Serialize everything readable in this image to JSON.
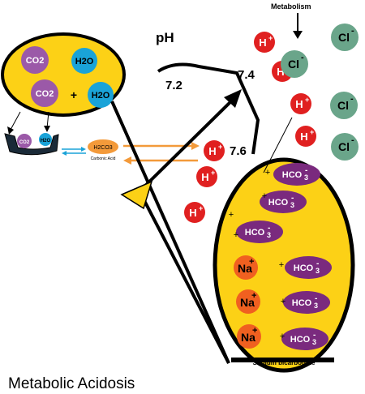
{
  "title": "Metabolic Acidosis",
  "ph": {
    "label": "pH",
    "ticks": [
      "7.2",
      "7.4",
      "7.6"
    ]
  },
  "metabolism": {
    "label": "Metabolism"
  },
  "left_oval": {
    "molecules": [
      {
        "text": "CO2",
        "color": "#9b59a8"
      },
      {
        "text": "H2O",
        "color": "#1aa3d8"
      },
      {
        "text": "CO2",
        "color": "#9b59a8"
      },
      {
        "text": "H2O",
        "color": "#1aa3d8"
      }
    ],
    "plus": "+"
  },
  "enzyme": {
    "labels": [
      "CO2",
      "H2O"
    ]
  },
  "carbonic_acid": {
    "formula": "H2CO3",
    "caption": "Carbonic Acid"
  },
  "hydrogen_ion": {
    "symbol": "H",
    "charge": "+",
    "color": "#e02020"
  },
  "chloride_ion": {
    "symbol": "Cl",
    "charge": "-",
    "color": "#6aa58a"
  },
  "bicarbonate": {
    "base": "HCO",
    "sub": "3",
    "charge": "-",
    "color": "#7a2a7e"
  },
  "sodium": {
    "symbol": "Na",
    "charge": "+",
    "color": "#f06020"
  },
  "sodium_bicarbonate_label": "Sodium bicarbonate",
  "plus": "+",
  "colors": {
    "oval_fill": "#fcd116",
    "outline": "#000000",
    "arrow_orange": "#f39a3a",
    "arrow_blue": "#1aa3d8",
    "pointer_fill": "#fcd116"
  }
}
